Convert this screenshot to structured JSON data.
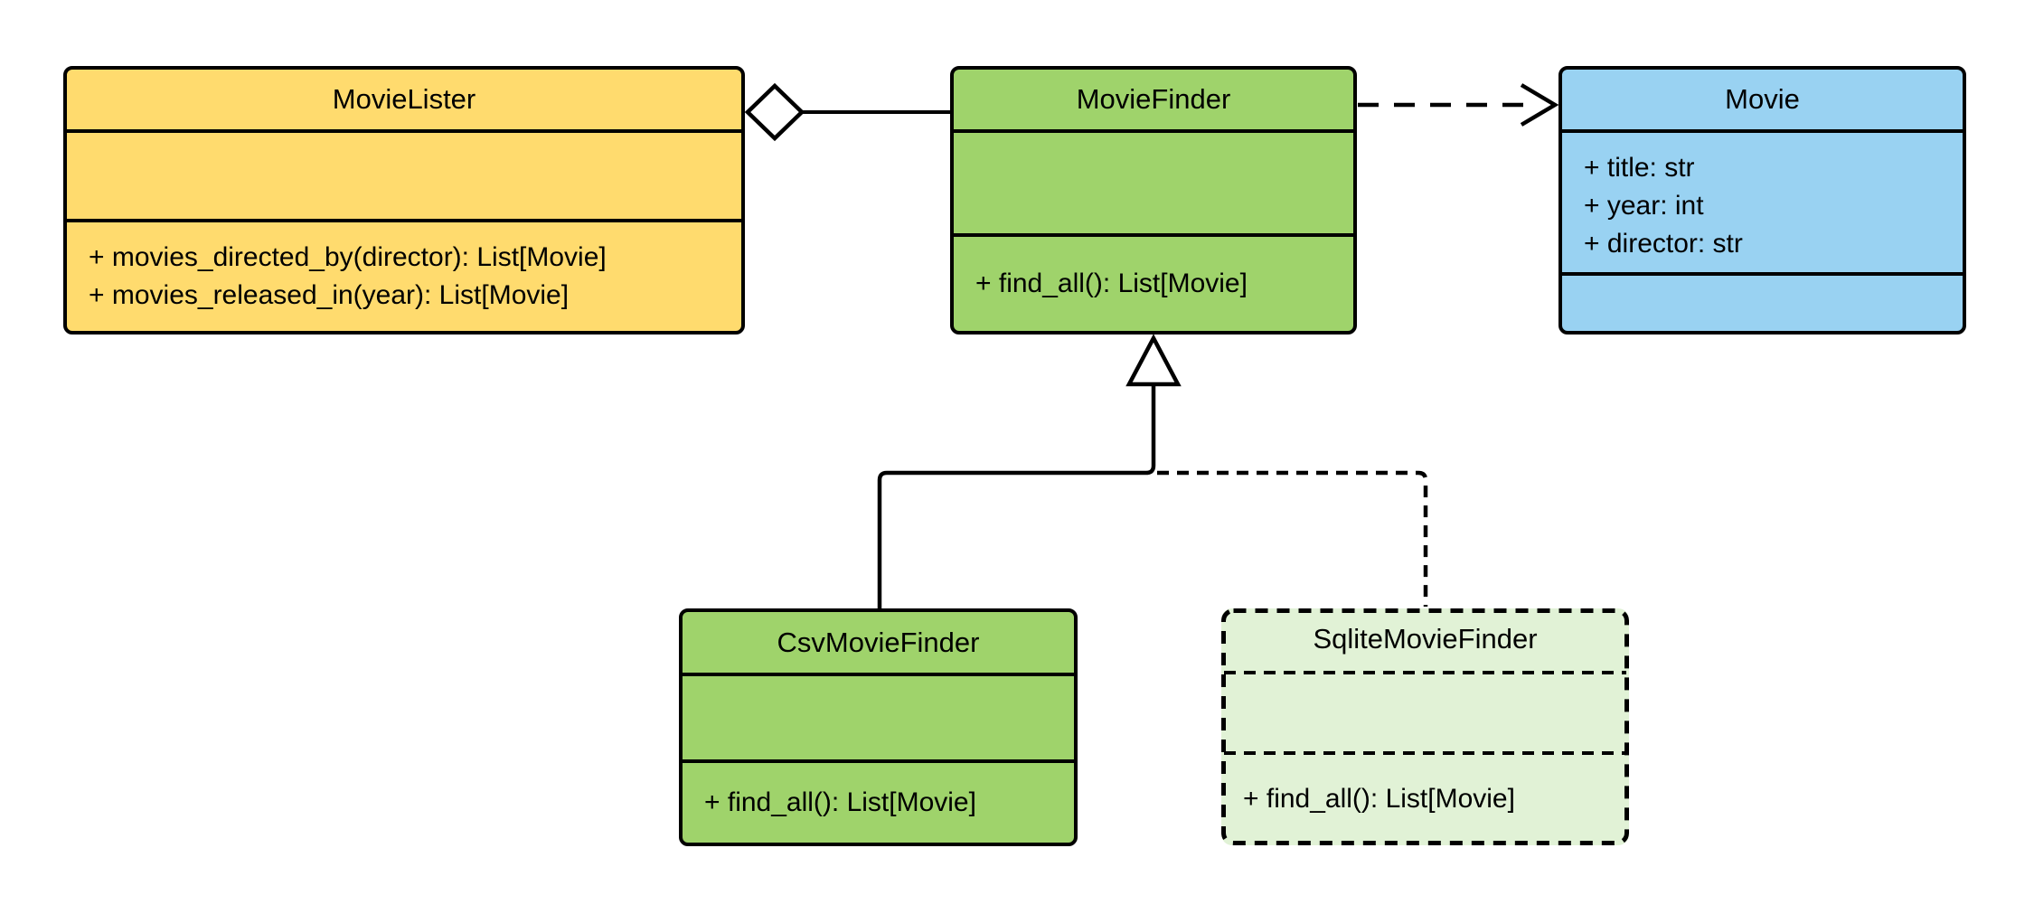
{
  "diagram": {
    "kind": "uml-class-diagram",
    "background": "#ffffff",
    "line_color": "#000000"
  },
  "classes": {
    "movieLister": {
      "title": "MovieLister",
      "fill": "#FFDB6E",
      "border_style": "solid",
      "attributes": [],
      "methods": [
        "+ movies_directed_by(director): List[Movie]",
        "+ movies_released_in(year): List[Movie]"
      ]
    },
    "movieFinder": {
      "title": "MovieFinder",
      "fill": "#9FD36B",
      "border_style": "solid",
      "attributes": [],
      "methods": [
        "+ find_all(): List[Movie]"
      ]
    },
    "movie": {
      "title": "Movie",
      "fill": "#99D2F2",
      "border_style": "solid",
      "attributes": [
        "+ title: str",
        "+ year: int",
        "+ director: str"
      ],
      "methods": []
    },
    "csvMovieFinder": {
      "title": "CsvMovieFinder",
      "fill": "#9FD36B",
      "border_style": "solid",
      "attributes": [],
      "methods": [
        "+ find_all(): List[Movie]"
      ]
    },
    "sqliteMovieFinder": {
      "title": "SqliteMovieFinder",
      "fill": "#E1F2D6",
      "border_style": "dashed",
      "attributes": [],
      "methods": [
        "+ find_all(): List[Movie]"
      ]
    }
  },
  "relationships": [
    {
      "type": "aggregation",
      "owner": "MovieLister",
      "part": "MovieFinder",
      "line": "solid",
      "marker": "hollow-diamond"
    },
    {
      "type": "dependency",
      "from": "MovieFinder",
      "to": "Movie",
      "line": "dashed",
      "marker": "open-arrow"
    },
    {
      "type": "inheritance",
      "child": "CsvMovieFinder",
      "parent": "MovieFinder",
      "line": "solid",
      "marker": "hollow-triangle"
    },
    {
      "type": "inheritance",
      "child": "SqliteMovieFinder",
      "parent": "MovieFinder",
      "line": "dashed",
      "marker": "hollow-triangle"
    }
  ]
}
